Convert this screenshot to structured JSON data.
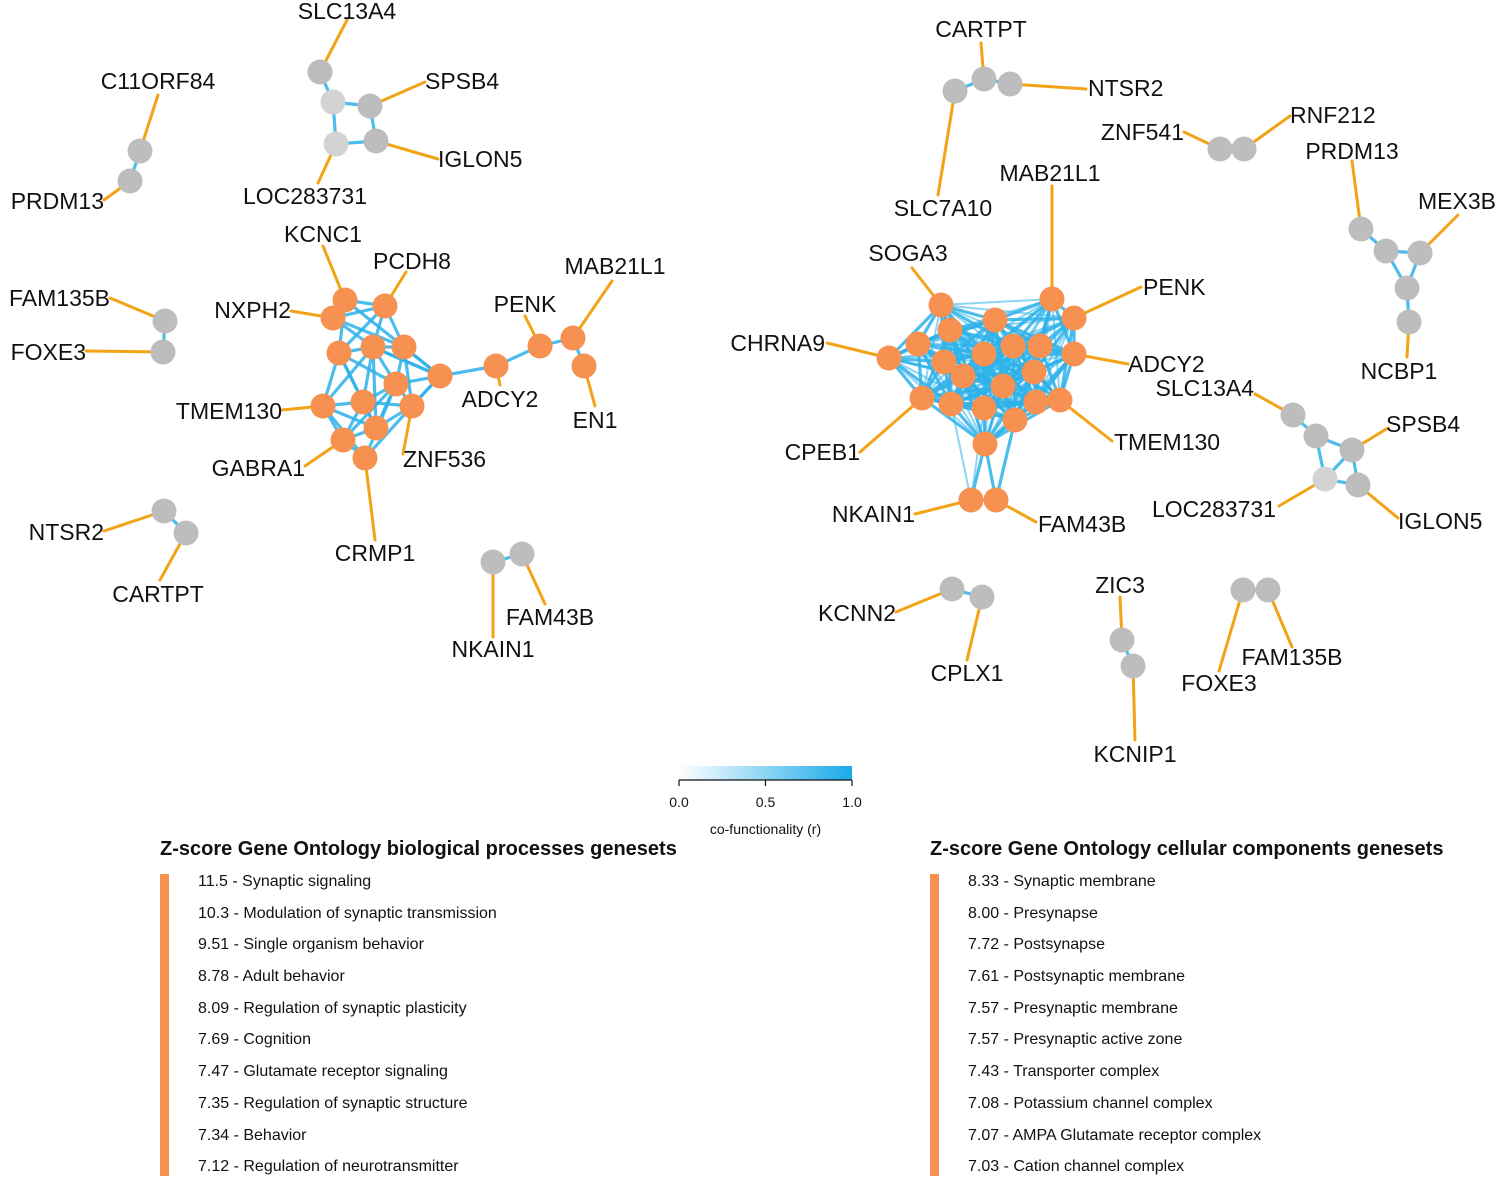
{
  "colors": {
    "module_node": "#f79152",
    "other_node": "#bdbdbd",
    "label_leader": "#f2a316",
    "edge": "#2eb2ea",
    "colorbar_low": "#ffffff",
    "colorbar_high": "#1aaaea",
    "geneset_bar": "#f79152"
  },
  "colorbar": {
    "ticks": [
      "0.0",
      "0.5",
      "1.0"
    ],
    "label": "co-functionality (r)"
  },
  "networks": {
    "left": {
      "labels": [
        "SLC13A4",
        "C11ORF84",
        "SPSB4",
        "IGLON5",
        "PRDM13",
        "LOC283731",
        "KCNC1",
        "PCDH8",
        "MAB21L1",
        "FAM135B",
        "NXPH2",
        "PENK",
        "FOXE3",
        "ADCY2",
        "TMEM130",
        "EN1",
        "ZNF536",
        "GABRA1",
        "CRMP1",
        "NTSR2",
        "FAM43B",
        "CARTPT",
        "NKAIN1"
      ]
    },
    "right": {
      "labels": [
        "CARTPT",
        "NTSR2",
        "RNF212",
        "ZNF541",
        "PRDM13",
        "MAB21L1",
        "SLC7A10",
        "MEX3B",
        "SOGA3",
        "PENK",
        "CHRNA9",
        "ADCY2",
        "NCBP1",
        "SLC13A4",
        "SPSB4",
        "TMEM130",
        "CPEB1",
        "LOC283731",
        "IGLON5",
        "NKAIN1",
        "FAM43B",
        "ZIC3",
        "KCNN2",
        "FAM135B",
        "FOXE3",
        "CPLX1",
        "KCNIP1"
      ]
    }
  },
  "panels": {
    "left": {
      "title": "Z-score Gene Ontology biological processes genesets",
      "items": [
        "11.5 - Synaptic signaling",
        "10.3 - Modulation of synaptic transmission",
        "9.51 - Single organism behavior",
        "8.78 - Adult behavior",
        "8.09 - Regulation of synaptic plasticity",
        "7.69 - Cognition",
        "7.47 - Glutamate receptor signaling",
        "7.35 - Regulation of synaptic structure",
        "7.34 - Behavior",
        "7.12 - Regulation of neurotransmitter"
      ]
    },
    "right": {
      "title": "Z-score Gene Ontology cellular components genesets",
      "items": [
        "8.33 - Synaptic membrane",
        "8.00 - Presynapse",
        "7.72 - Postsynapse",
        "7.61 - Postsynaptic membrane",
        "7.57 - Presynaptic membrane",
        "7.57 - Presynaptic active zone",
        "7.43 - Transporter complex",
        "7.08 - Potassium channel complex",
        "7.07 - AMPA Glutamate receptor complex",
        "7.03 - Cation channel complex"
      ]
    }
  }
}
